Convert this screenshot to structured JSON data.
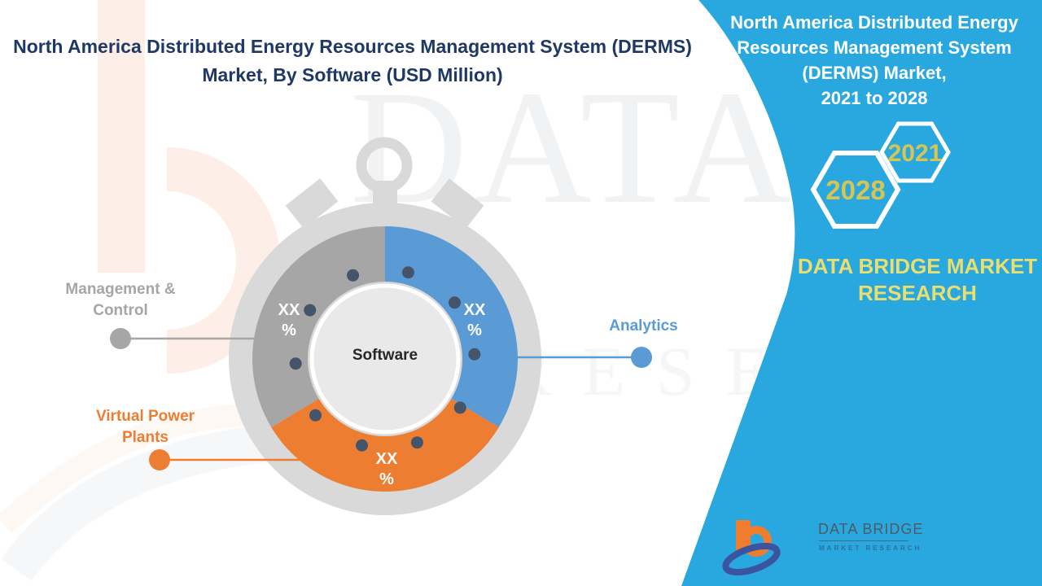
{
  "title": {
    "text": "North America Distributed Energy Resources Management System (DERMS) Market, By Software (USD Million)"
  },
  "side_panel": {
    "heading_line1": "North America Distributed Energy Resources Management System (DERMS) Market,",
    "heading_line2": "2021 to 2028",
    "year_start": "2021",
    "year_end": "2028",
    "brand_caption": "DATA BRIDGE MARKET RESEARCH",
    "bg_color": "#29a8e0",
    "accent_yellow": "#d6c454"
  },
  "logo": {
    "name_top": "DATA BRIDGE",
    "name_bottom": "MARKET RESEARCH",
    "orange": "#f07d2e",
    "navy": "#3a54a0"
  },
  "labels": {
    "xx": "XX",
    "pct": "%"
  },
  "chart_data": {
    "type": "pie",
    "title": "North America Distributed Energy Resources Management System (DERMS) Market, By Software (USD Million)",
    "center_label": "Software",
    "unit": "USD Million",
    "values_masked": true,
    "legend_position": "callouts",
    "segments": [
      {
        "label": "Analytics",
        "value_display": "XX %",
        "value_row1": "XX",
        "value_row2": "%",
        "share_pct_est": 33.6,
        "arc_deg": [
          0,
          121
        ],
        "color": "#5b9bd5"
      },
      {
        "label": "Virtual Power Plants",
        "value_display": "XX %",
        "value_row1": "XX",
        "value_row2": "%",
        "share_pct_est": 32.8,
        "arc_deg": [
          121,
          239
        ],
        "color": "#ed7d31"
      },
      {
        "label": "Management & Control",
        "value_display": "XX %",
        "value_row1": "XX",
        "value_row2": "%",
        "share_pct_est": 33.6,
        "arc_deg": [
          239,
          360
        ],
        "color": "#a6a6a6"
      }
    ],
    "decor_dot_color": "#44546a",
    "stopwatch_body_color": "#d9d9d9"
  }
}
